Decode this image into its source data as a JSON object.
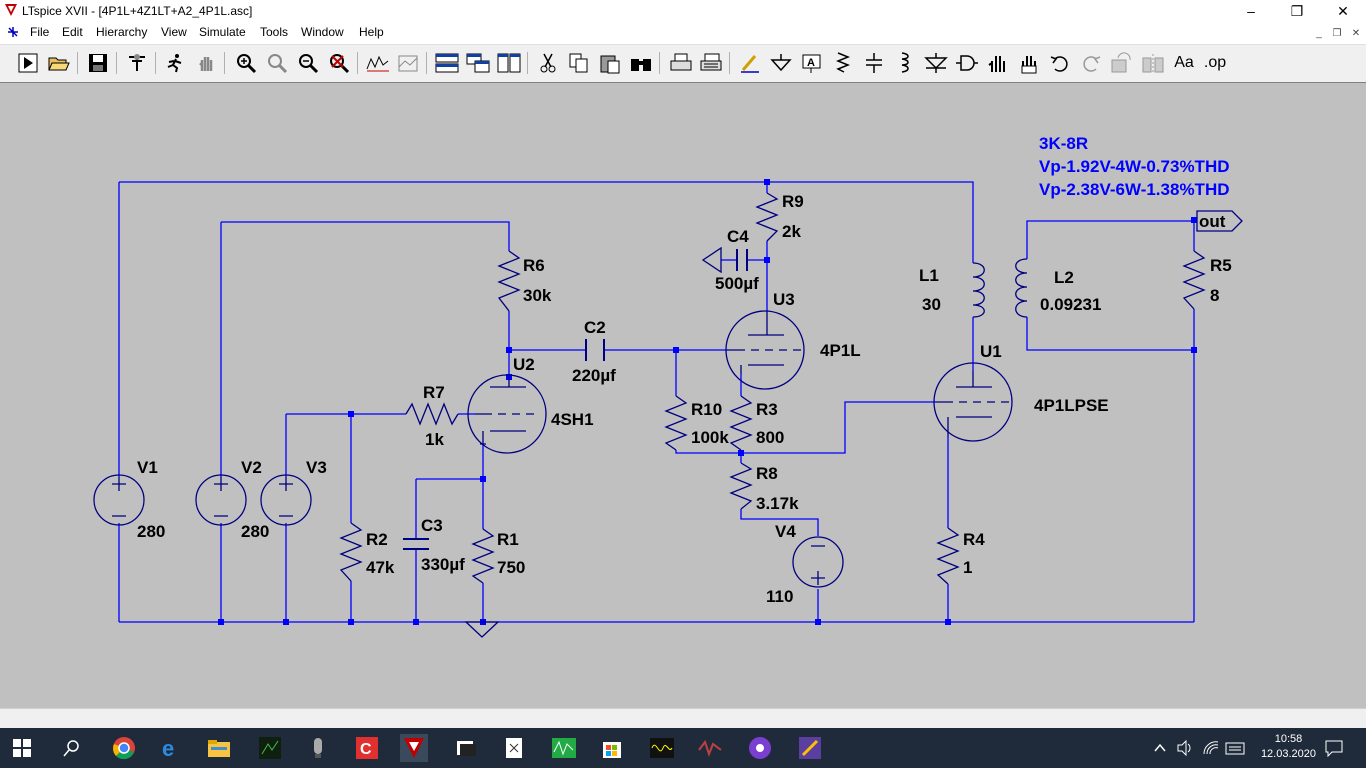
{
  "window": {
    "title": "LTspice XVII - [4P1L+4Z1LT+A2_4P1L.asc]",
    "minimize": "–",
    "maximize": "❐",
    "close": "✕"
  },
  "menu": {
    "items": [
      "File",
      "Edit",
      "Hierarchy",
      "View",
      "Simulate",
      "Tools",
      "Window",
      "Help"
    ]
  },
  "toolbar": {
    "buttons": [
      "run-icon",
      "open-icon",
      "save-icon",
      "control-panel-icon",
      "run-simulation-icon",
      "pan-icon",
      "zoom-in-icon",
      "zoom-full-icon",
      "zoom-out-icon",
      "zoom-cancel-icon",
      "waveform-icon",
      "plot-settings-icon",
      "tile-horizontal-icon",
      "cascade-icon",
      "tile-vertical-icon",
      "cut-icon",
      "copy-icon",
      "paste-icon",
      "find-icon",
      "print-icon",
      "print-setup-icon",
      "draw-wire-icon",
      "ground-icon",
      "label-net-icon",
      "resistor-icon",
      "capacitor-icon",
      "inductor-icon",
      "diode-icon",
      "component-icon",
      "move-icon",
      "drag-icon",
      "undo-icon",
      "redo-icon",
      "rotate-icon",
      "mirror-icon",
      "text-icon",
      "spice-directive-icon"
    ],
    "text_tool": "Aa",
    "op_tool": ".op"
  },
  "schematic": {
    "notes": [
      "3K-8R",
      "Vp-1.92V-4W-0.73%THD",
      "Vp-2.38V-6W-1.38%THD"
    ],
    "out_label": "out",
    "components": {
      "R9": {
        "name": "R9",
        "value": "2k"
      },
      "C4": {
        "name": "C4",
        "value": "500µf"
      },
      "U3": {
        "name": "U3",
        "value": "4P1L"
      },
      "R6": {
        "name": "R6",
        "value": "30k"
      },
      "C2": {
        "name": "C2",
        "value": "220µf"
      },
      "U2": {
        "name": "U2",
        "value": "4SH1"
      },
      "R7": {
        "name": "R7",
        "value": "1k"
      },
      "R10": {
        "name": "R10",
        "value": "100k"
      },
      "R3": {
        "name": "R3",
        "value": "800"
      },
      "R8": {
        "name": "R8",
        "value": "3.17k"
      },
      "V4": {
        "name": "V4",
        "value": "110"
      },
      "L1": {
        "name": "L1",
        "value": "30"
      },
      "L2": {
        "name": "L2",
        "value": "0.09231"
      },
      "U1": {
        "name": "U1",
        "value": "4P1LPSE"
      },
      "R5": {
        "name": "R5",
        "value": "8"
      },
      "R4": {
        "name": "R4",
        "value": "1"
      },
      "V1": {
        "name": "V1",
        "value": "280"
      },
      "V2": {
        "name": "V2",
        "value": "280"
      },
      "V3": {
        "name": "V3",
        "value": ""
      },
      "R2": {
        "name": "R2",
        "value": "47k"
      },
      "C3": {
        "name": "C3",
        "value": "330µf"
      },
      "R1": {
        "name": "R1",
        "value": "750"
      }
    }
  },
  "taskbar": {
    "time": "10:58",
    "date": "12.03.2020"
  }
}
